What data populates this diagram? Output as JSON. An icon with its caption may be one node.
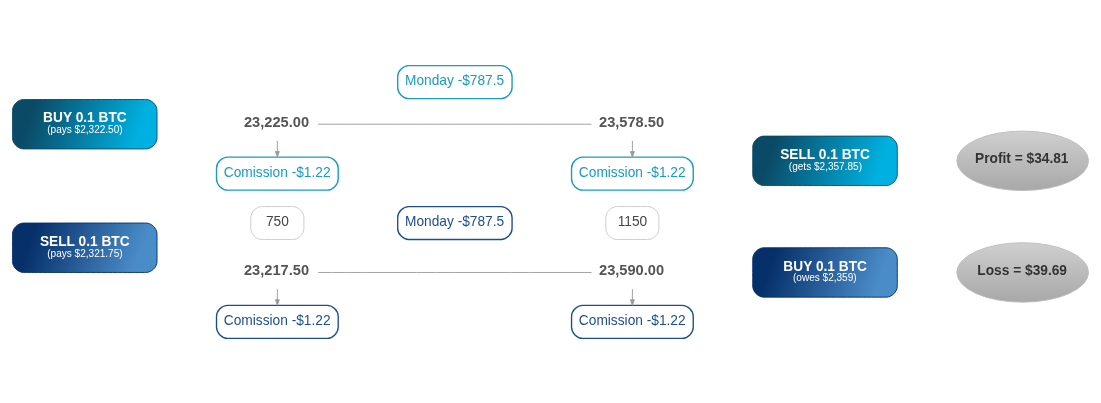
{
  "diagram": {
    "nodes": [
      {
        "text": [
          "BUY 0.1 BTC",
          "(pays $2,322.50)"
        ]
      },
      {
        "text": [
          "SELL 0.1 BTC",
          "(pays $2,321.75)"
        ]
      },
      {
        "text": [
          "Comission -$1.22"
        ]
      },
      {
        "text": [
          "23,225.00"
        ]
      },
      {
        "text": [
          "750"
        ]
      },
      {
        "text": [
          "23,217.50"
        ]
      },
      {
        "text": [
          "Comission -$1.22"
        ]
      },
      {
        "text": [
          "Monday -$787.5"
        ]
      },
      {
        "text": [
          "Monday -$787.5"
        ]
      },
      {
        "text": [
          "Comission -$1.22"
        ]
      },
      {
        "text": [
          "23,590.00"
        ]
      },
      {
        "text": [
          "1150"
        ]
      },
      {
        "text": [
          "23,578.50"
        ]
      },
      {
        "text": [
          "Comission -$1.22"
        ]
      },
      {
        "text": [
          "BUY 0.1 BTC",
          "(owes $2,359)"
        ]
      },
      {
        "text": [
          "SELL 0.1 BTC",
          "(gets $2,357.85)"
        ]
      },
      {
        "text": [
          "Loss = $39.69"
        ]
      },
      {
        "text": [
          "Profit = $34.81"
        ]
      }
    ],
    "edges": [
      {
        "from": 3,
        "to": 2,
        "arrow": "to"
      },
      {
        "from": 5,
        "to": 6,
        "arrow": "to"
      },
      {
        "from": 3,
        "to": 12,
        "arrow": "none"
      },
      {
        "from": 5,
        "to": 10,
        "arrow": "none"
      },
      {
        "from": 10,
        "to": 9,
        "arrow": "to"
      },
      {
        "from": 12,
        "to": 13,
        "arrow": "to"
      }
    ]
  }
}
